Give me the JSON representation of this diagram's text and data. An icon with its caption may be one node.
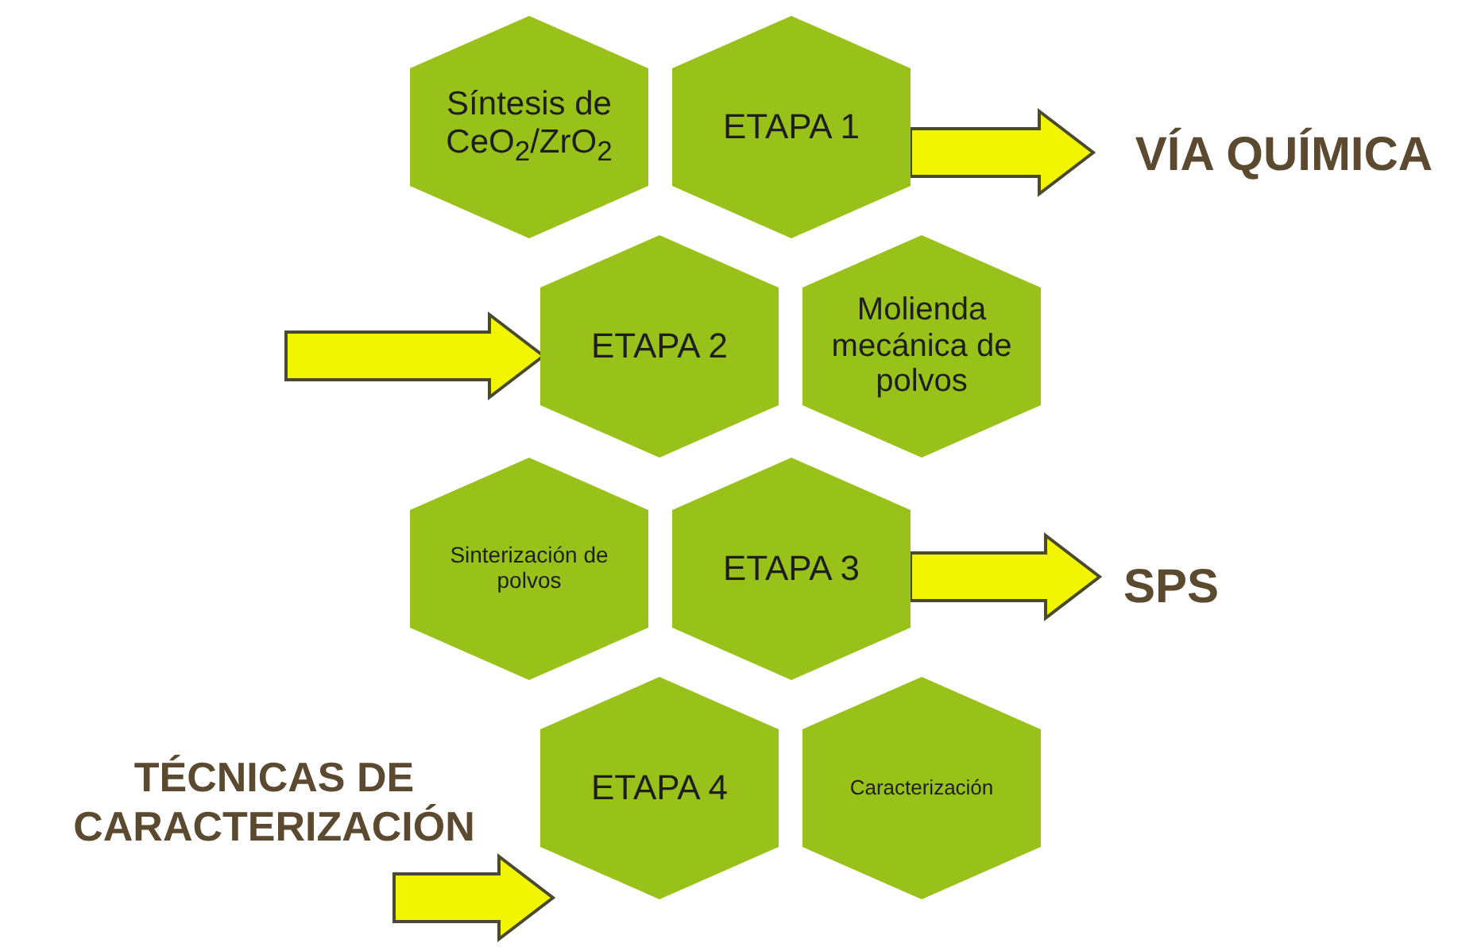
{
  "diagram": {
    "nodes": [
      {
        "text": [
          "Síntesis de CeO$_{2}$/ZrO$_{2}$"
        ]
      },
      {
        "text": [
          "ETAPA 1"
        ]
      },
      {
        "text": [
          "VÍA QUÍMICA"
        ]
      },
      {
        "text": [
          "ETAPA 2"
        ]
      },
      {
        "text": [
          "Molienda mecánica de polvos"
        ]
      },
      {
        "text": [
          "Sinterización de polvos"
        ]
      },
      {
        "text": [
          "ETAPA 3"
        ]
      },
      {
        "text": [
          "SPS"
        ]
      },
      {
        "text": [
          "TÉCNICAS DE CARACTERIZACIÓN"
        ]
      },
      {
        "text": [
          "ETAPA 4"
        ]
      },
      {
        "text": [
          "Caracterización"
        ]
      }
    ],
    "edges": [
      {
        "from": 1,
        "to": 2,
        "arrow": "to"
      },
      {
        "from": null,
        "to": 3,
        "arrow": "to"
      },
      {
        "from": 6,
        "to": 7,
        "arrow": "to"
      },
      {
        "from": 8,
        "to": 9,
        "arrow": "to"
      }
    ]
  }
}
